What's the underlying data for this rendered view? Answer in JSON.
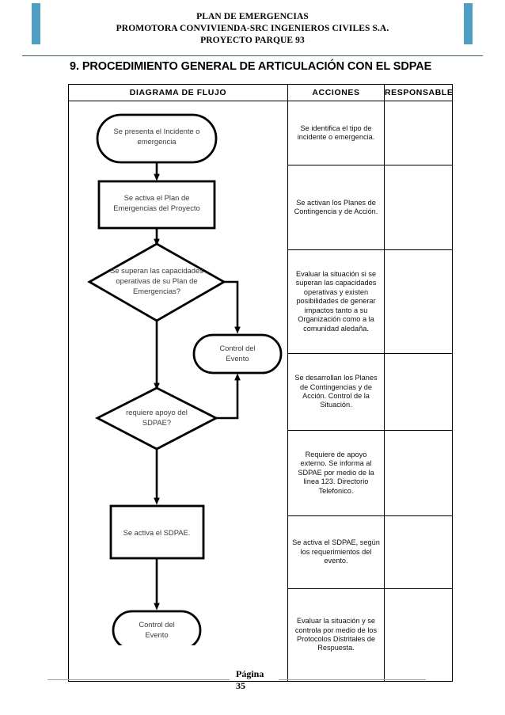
{
  "header": {
    "line1": "PLAN DE EMERGENCIAS",
    "line2": "PROMOTORA CONVIVIENDA-SRC INGENIEROS CIVILES S.A.",
    "line3": "PROYECTO PARQUE 93",
    "accent_color": "#4f9fc4",
    "rule_color": "#3d5a63"
  },
  "section": {
    "title": "9. PROCEDIMIENTO GENERAL DE ARTICULACIÓN CON EL SDPAE"
  },
  "table": {
    "columns": [
      "DIAGRAMA DE FLUJO",
      "ACCIONES",
      "RESPONSABLE"
    ],
    "rows": [
      {
        "acciones": "Se identifica el tipo de incidente o emergencia.",
        "responsable": ""
      },
      {
        "acciones": "Se activan los Planes de Contingencia y de Acción.",
        "responsable": ""
      },
      {
        "acciones": "Evaluar la situación si se superan las capacidades operativas y existen posibilidades de generar impactos tanto a su Organización como a la comunidad aledaña.",
        "responsable": ""
      },
      {
        "acciones": "Se desarrollan los Planes de Contingencias y de Acción.\nControl de la Situación.",
        "responsable": ""
      },
      {
        "acciones": "Requiere de apoyo externo.\nSe informa al SDPAE por medio de la linea 123.\nDirectorio Telefonico.",
        "responsable": ""
      },
      {
        "acciones": "Se activa el SDPAE, según los requerimientos del evento.",
        "responsable": ""
      },
      {
        "acciones": "Evaluar la situación y se controla por medio de los Protocolos Distritales de Respuesta.",
        "responsable": ""
      }
    ]
  },
  "flowchart": {
    "type": "flowchart",
    "nodes": [
      {
        "id": "n1",
        "shape": "terminator",
        "label": "Se presenta el Incidente o emergencia"
      },
      {
        "id": "n2",
        "shape": "process",
        "label": "Se activa el Plan de Emergencias del Proyecto"
      },
      {
        "id": "n3",
        "shape": "decision",
        "label": "Se superan las capacidades operativas de su Plan de Emergencias?"
      },
      {
        "id": "n4",
        "shape": "terminator",
        "label": "Control del Evento"
      },
      {
        "id": "n5",
        "shape": "decision",
        "label": "requiere apoyo del SDPAE?"
      },
      {
        "id": "n6",
        "shape": "process",
        "label": "Se activa el SDPAE."
      },
      {
        "id": "n7",
        "shape": "terminator",
        "label": "Control del Evento"
      }
    ],
    "edges": [
      {
        "from": "n1",
        "to": "n2",
        "route": "down"
      },
      {
        "from": "n2",
        "to": "n3",
        "route": "down"
      },
      {
        "from": "n3",
        "to": "n4",
        "route": "right-then-down"
      },
      {
        "from": "n3",
        "to": "n5",
        "route": "down"
      },
      {
        "from": "n5",
        "to": "n4",
        "route": "right-then-up"
      },
      {
        "from": "n5",
        "to": "n6",
        "route": "down"
      },
      {
        "from": "n6",
        "to": "n7",
        "route": "down"
      }
    ],
    "stroke_color": "#000000",
    "text_color": "#3a3a3a"
  },
  "footer": {
    "page_word": "Página",
    "page_number": "35",
    "rule_color": "#8aa4ad"
  }
}
